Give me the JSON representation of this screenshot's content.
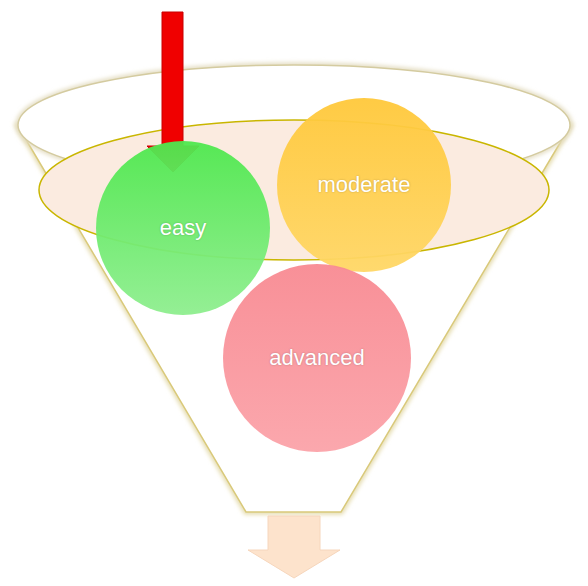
{
  "diagram": {
    "nodes": [
      {
        "text": [
          "easy"
        ]
      },
      {
        "text": [
          "moderate"
        ]
      },
      {
        "text": [
          "advanced"
        ]
      }
    ]
  }
}
